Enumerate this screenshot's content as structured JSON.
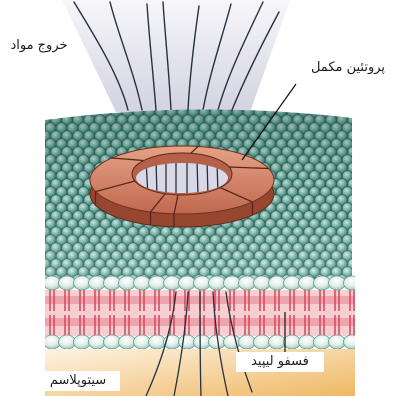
{
  "labels": {
    "efflux": "خروج مواد",
    "complement_protein": "پروتئین مکمل",
    "phospholipid": "فسفو لیپید",
    "cytoplasm": "سیتوپلاسم"
  },
  "colors": {
    "membrane_heads": "#5c9f95",
    "lipid_tails": "#d4475a",
    "complement_pore": "#c97459",
    "cytoplasm": "#f0bd72",
    "efflux_cone": "#d3d3e1",
    "flow_lines": "#27313f"
  }
}
